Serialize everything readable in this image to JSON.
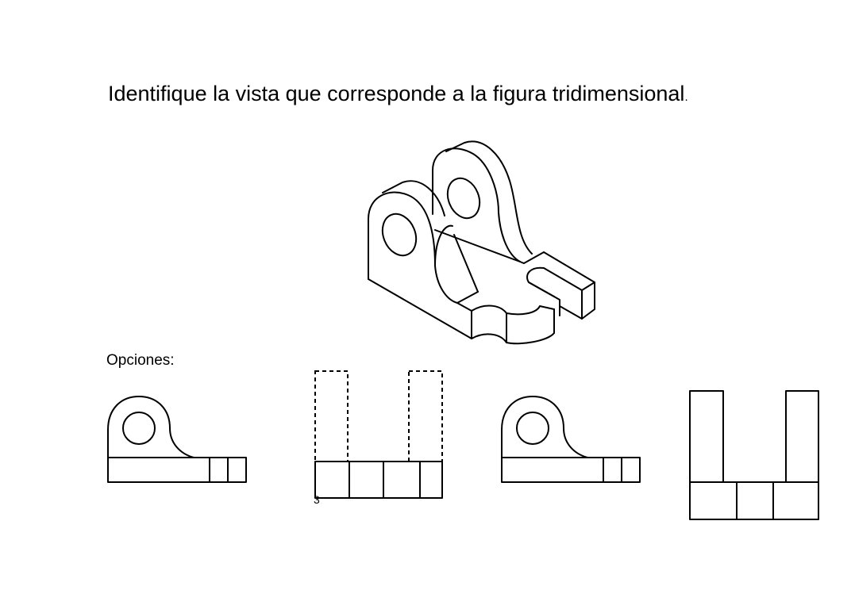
{
  "question": {
    "text": "Identifique la vista que corresponde a la figura tridimensional",
    "trailing_dot": "."
  },
  "options_label": "Opciones:",
  "stray_mark": "3",
  "figures": {
    "isometric": "isometric-part",
    "options": [
      "option-a",
      "option-b",
      "option-c",
      "option-d"
    ]
  }
}
